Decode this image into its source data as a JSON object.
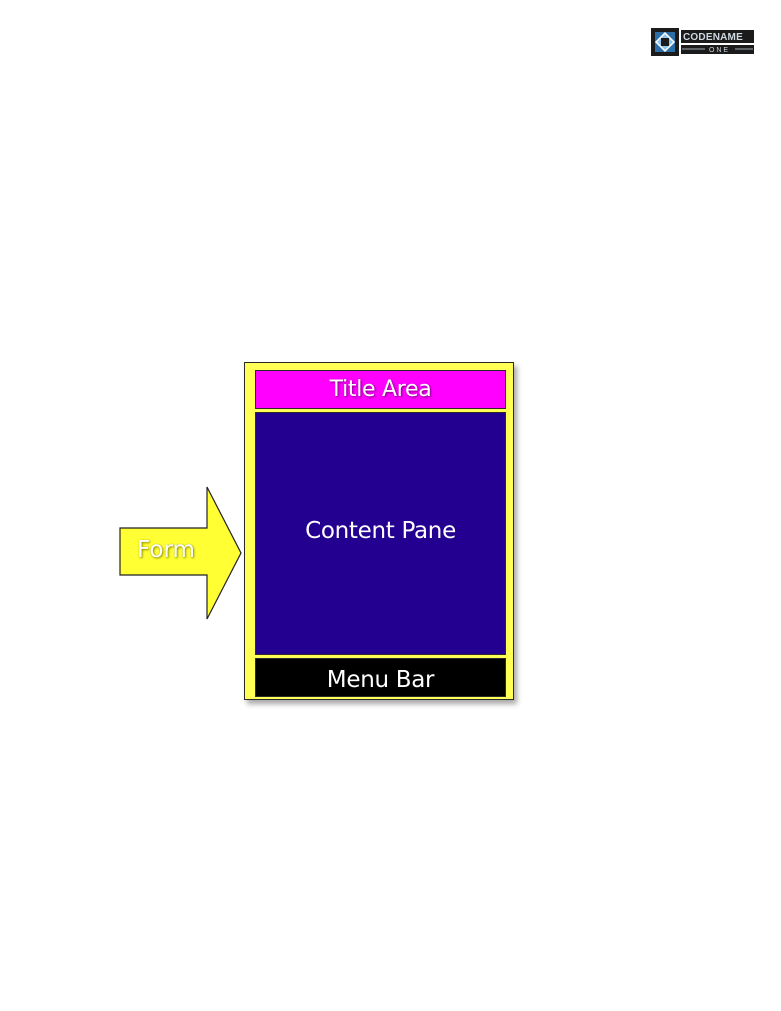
{
  "logo": {
    "line1": "CODENAME",
    "line2": "O N E",
    "icon": "codename-one-logo-icon",
    "colors": {
      "background": "#1b1b1b",
      "accent": "#3a8fd0",
      "text": "#cfd8e0"
    }
  },
  "arrow": {
    "label": "Form",
    "color": "#ffff33",
    "icon": "right-arrow-icon"
  },
  "form": {
    "frame_color": "#ffff55",
    "title_area": {
      "label": "Title Area",
      "color": "#ff00ff"
    },
    "content_pane": {
      "label": "Content Pane",
      "color": "#240090"
    },
    "menu_bar": {
      "label": "Menu Bar",
      "color": "#000000"
    }
  }
}
